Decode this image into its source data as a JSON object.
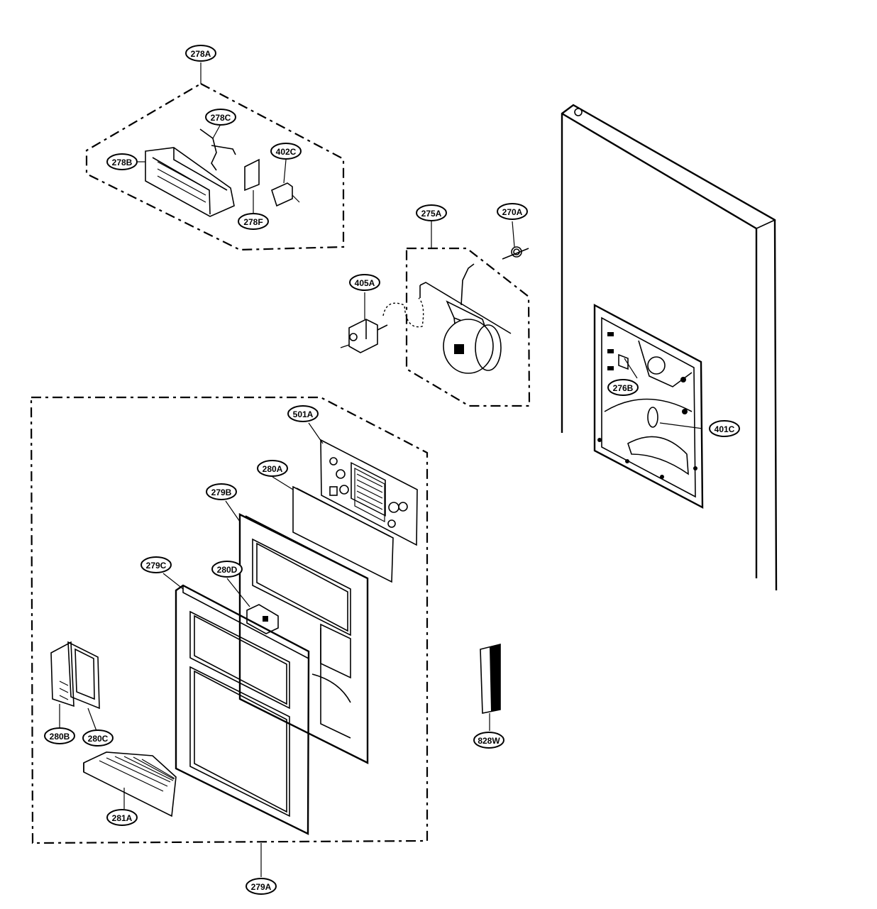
{
  "callouts": [
    {
      "id": "278A",
      "label": "278A"
    },
    {
      "id": "278C",
      "label": "278C"
    },
    {
      "id": "278B",
      "label": "278B"
    },
    {
      "id": "402C",
      "label": "402C"
    },
    {
      "id": "278F",
      "label": "278F"
    },
    {
      "id": "275A",
      "label": "275A"
    },
    {
      "id": "270A",
      "label": "270A"
    },
    {
      "id": "405A",
      "label": "405A"
    },
    {
      "id": "276B",
      "label": "276B"
    },
    {
      "id": "401C",
      "label": "401C"
    },
    {
      "id": "501A",
      "label": "501A"
    },
    {
      "id": "280A",
      "label": "280A"
    },
    {
      "id": "279B",
      "label": "279B"
    },
    {
      "id": "279C",
      "label": "279C"
    },
    {
      "id": "280D",
      "label": "280D"
    },
    {
      "id": "280B",
      "label": "280B"
    },
    {
      "id": "280C",
      "label": "280C"
    },
    {
      "id": "281A",
      "label": "281A"
    },
    {
      "id": "828W",
      "label": "828W"
    },
    {
      "id": "279A",
      "label": "279A"
    }
  ]
}
